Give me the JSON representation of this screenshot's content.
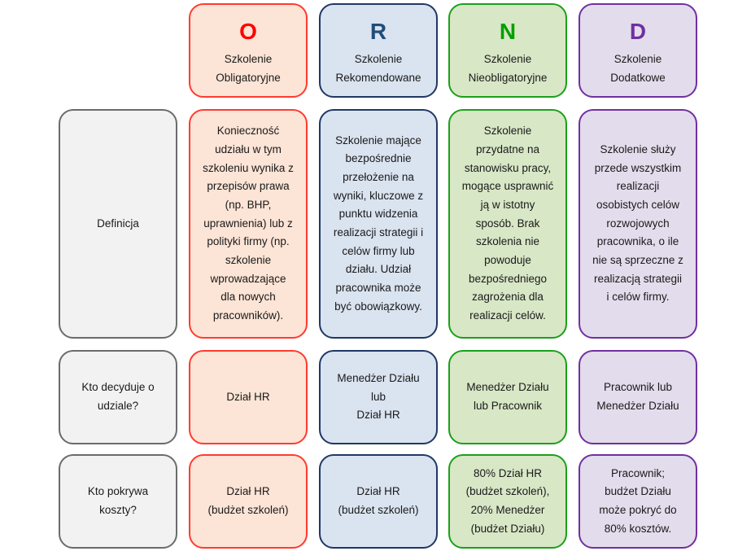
{
  "columns": [
    {
      "letter": "O",
      "color": "#ff0000",
      "title": "Szkolenie\nObligatoryjne"
    },
    {
      "letter": "R",
      "color": "#1f4e79",
      "title": "Szkolenie\nRekomendowane"
    },
    {
      "letter": "N",
      "color": "#00a000",
      "title": "Szkolenie\nNieobligatoryjne"
    },
    {
      "letter": "D",
      "color": "#7030a0",
      "title": "Szkolenie\nDodatkowe"
    }
  ],
  "rows": [
    {
      "label": "Definicja",
      "cells": [
        "Konieczność\nudziału w tym\nszkoleniu wynika z\nprzepisów prawa\n(np. BHP,\nuprawnienia) lub z\npolityki firmy (np.\nszkolenie\nwprowadzające\ndla nowych\npracowników).",
        "Szkolenie mające\nbezpośrednie\nprzełożenie na\nwyniki, kluczowe z\npunktu widzenia\nrealizacji strategii i\ncelów firmy lub\ndziału. Udział\npracownika może\nbyć obowiązkowy.",
        "Szkolenie\nprzydatne na\nstanowisku pracy,\nmogące usprawnić\nją w istotny\nsposób. Brak\nszkolenia nie\npowoduje\nbezpośredniego\nzagrożenia dla\nrealizacji celów.",
        "Szkolenie służy\nprzede wszystkim\nrealizacji\nosobistych celów\nrozwojowych\npracownika, o ile\nnie są sprzeczne z\nrealizacją strategii\ni celów firmy."
      ]
    },
    {
      "label": "Kto decyduje o\nudziale?",
      "cells": [
        "Dział HR",
        "Menedżer Działu\nlub\nDział HR",
        "Menedżer Działu\nlub Pracownik",
        "Pracownik lub\nMenedżer Działu"
      ]
    },
    {
      "label": "Kto pokrywa\nkoszty?",
      "cells": [
        "Dział HR\n(budżet szkoleń)",
        "Dział HR\n(budżet szkoleń)",
        "80% Dział HR\n(budżet szkoleń),\n20% Menedżer\n(budżet Działu)",
        "Pracownik;\nbudżet Działu\nmoże pokryć do\n80% kosztów."
      ]
    }
  ]
}
